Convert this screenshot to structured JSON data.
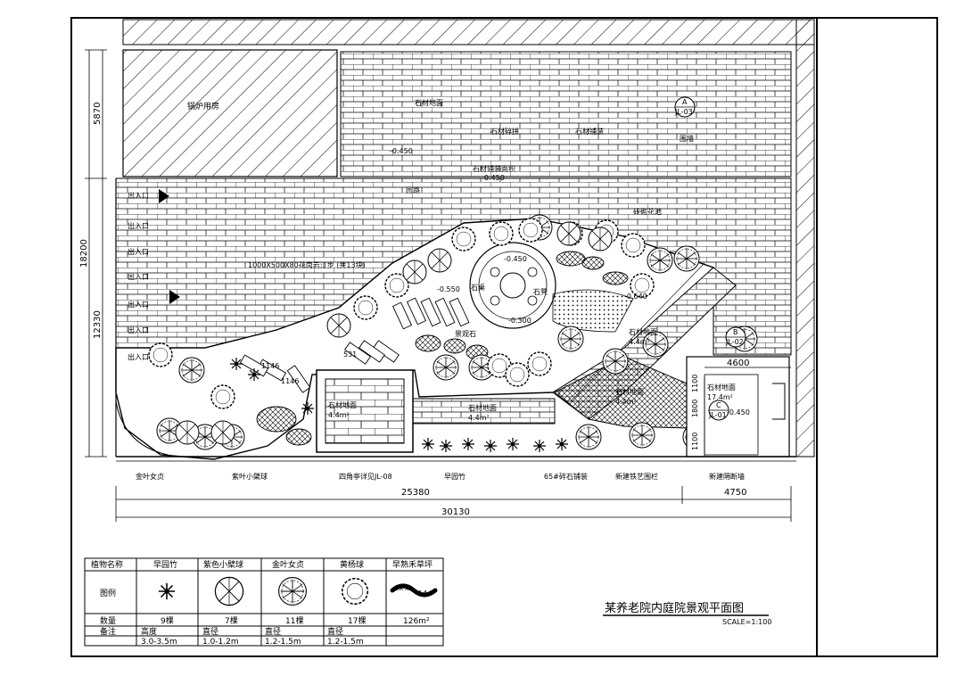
{
  "title": "某养老院内庭院景观平面图",
  "scale": "SCALE=1:100",
  "dimensions": {
    "left_top": "5870",
    "left_total": "18200",
    "left_bottom": "12330",
    "bottom_left": "25380",
    "bottom_total": "30130",
    "bottom_right": "4750",
    "right_4600": "4600",
    "right_1800": "1800",
    "right_1100": "1100",
    "right_1100b": "1100"
  },
  "labels": {
    "boiler": "锅炉用房",
    "stone_paving_top": "石材地面",
    "stone_paving_top2": "石材地面",
    "wall": "围墙",
    "elev_top": "-0.450",
    "stone_step": "石材碎拼",
    "stone_step2": "石材铺装",
    "stone_paving_area": "石材铺装面积",
    "stone_paving_val": "-0.450",
    "corridor_top": "园路",
    "brick_wall": "砖砌花池",
    "entrance1": "出入口",
    "entrance2": "出入口",
    "entrance3": "出入口",
    "entrance4": "出入口",
    "entrance5": "出入口",
    "entrance6": "出入口",
    "entrance7": "出入口",
    "elev_center_top": "-0.450",
    "elev_center_left": "-0.550",
    "elev_center_right": "-0.640",
    "elev_center_bottom": "-0.300",
    "stone_table": "石桌",
    "stone_stool": "石凳",
    "stone_paving_right": "石材地面",
    "stone_paving_right_val": "4.4m²",
    "landscape_stone": "景观石",
    "stone_paving_mid": "石材地面",
    "stone_paving_mid_val": "4.4m²",
    "stone_paving_left": "石材地面",
    "stone_paving_left_val": "4.4m²",
    "stone_paving_right2": "石材地面",
    "stone_paving_right2_val": "17.4m²",
    "elev_right": "-0.450",
    "bottom_1": "金叶女贞",
    "bottom_2": "紫叶小檗球",
    "bottom_3": "四角亭详见JL-08",
    "bottom_4": "早园竹",
    "bottom_5": "65#碎石铺装",
    "bottom_6": "新建铁艺围栏",
    "bottom_7": "新建隔断墙",
    "dim_531": "531",
    "dim_1146a": "1146",
    "dim_1146b": "1146",
    "path_label": "1000X500X80花岗岩汀步 (共13块)",
    "jl_a": "JL-03",
    "jl_b": "JL-02",
    "jl_c": "JL-01",
    "sec_a": "A",
    "sec_b": "B",
    "sec_c": "C"
  },
  "legend": {
    "headers": [
      "植物名称",
      "早园竹",
      "紫色小檗球",
      "金叶女贞",
      "黄杨球",
      "早熟禾草坪"
    ],
    "row_icon_label": "图例",
    "row_qty_label": "数量",
    "quantities": [
      "9棵",
      "7棵",
      "11棵",
      "17棵",
      "126m²"
    ],
    "row_note_label": "备注",
    "note_types": [
      "高度",
      "直径",
      "直径",
      "直径",
      ""
    ],
    "note_values": [
      "3.0-3.5m",
      "1.0-1.2m",
      "1.2-1.5m",
      "1.2-1.5m",
      ""
    ]
  }
}
